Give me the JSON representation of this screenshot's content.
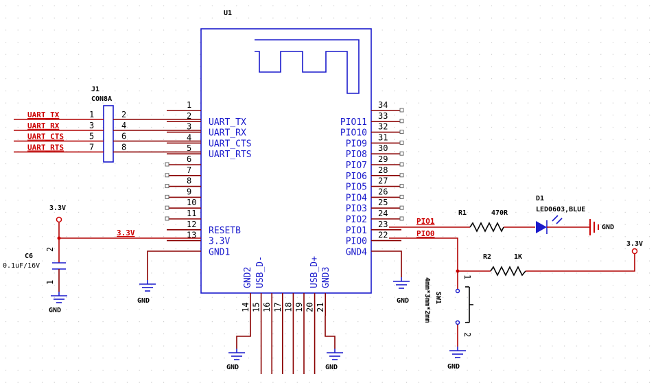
{
  "module": {
    "ref": "U1",
    "left_pins": [
      {
        "num": "1",
        "label": "UART_TX"
      },
      {
        "num": "2",
        "label": "UART_TX"
      },
      {
        "num": "3",
        "label": "UART_RX"
      },
      {
        "num": "4",
        "label": "UART_CTS"
      },
      {
        "num": "5",
        "label": "UART_RTS"
      },
      {
        "num": "6",
        "label": ""
      },
      {
        "num": "7",
        "label": ""
      },
      {
        "num": "8",
        "label": ""
      },
      {
        "num": "9",
        "label": ""
      },
      {
        "num": "10",
        "label": ""
      },
      {
        "num": "11",
        "label": ""
      },
      {
        "num": "12",
        "label": "RESETB"
      },
      {
        "num": "13",
        "label": "3.3V"
      },
      {
        "num": "",
        "label": "GND1"
      }
    ],
    "right_pins": [
      {
        "num": "34",
        "label": ""
      },
      {
        "num": "33",
        "label": "PIO11"
      },
      {
        "num": "32",
        "label": "PIO10"
      },
      {
        "num": "31",
        "label": "PIO9"
      },
      {
        "num": "30",
        "label": "PIO8"
      },
      {
        "num": "29",
        "label": "PIO7"
      },
      {
        "num": "28",
        "label": "PIO6"
      },
      {
        "num": "27",
        "label": "PIO5"
      },
      {
        "num": "26",
        "label": "PIO4"
      },
      {
        "num": "25",
        "label": "PIO3"
      },
      {
        "num": "24",
        "label": "PIO2"
      },
      {
        "num": "23",
        "label": "PIO1"
      },
      {
        "num": "22",
        "label": "PIO0"
      },
      {
        "num": "",
        "label": "GND4"
      }
    ],
    "bottom_labels": [
      "GND2",
      "USB_D-",
      "USB_D+",
      "GND3"
    ],
    "bottom_pins": [
      "14",
      "15",
      "16",
      "17",
      "18",
      "19",
      "20",
      "21"
    ]
  },
  "connector": {
    "ref": "J1",
    "value": "CON8A",
    "odd_pins": [
      "1",
      "3",
      "5",
      "7"
    ],
    "even_pins": [
      "2",
      "4",
      "6",
      "8"
    ],
    "nets": [
      "UART_TX",
      "UART_RX",
      "UART_CTS",
      "UART_RTS"
    ]
  },
  "capacitor": {
    "ref": "C6",
    "value": "0.1uF/16V",
    "pin_top": "2",
    "pin_bottom": "1",
    "supply": "3.3V"
  },
  "reset_net": "3.3V",
  "r1": {
    "ref": "R1",
    "value": "470R"
  },
  "d1": {
    "ref": "D1",
    "value": "LED0603,BLUE"
  },
  "r2": {
    "ref": "R2",
    "value": "1K"
  },
  "sw": {
    "ref": "SW1",
    "value": "4mm*3mm*2mm",
    "pin_top": "1",
    "pin_bottom": "2"
  },
  "nets": {
    "pio1": "PIO1",
    "pio0": "PIO0",
    "supply_right": "3.3V"
  },
  "gnd_label": "GND"
}
